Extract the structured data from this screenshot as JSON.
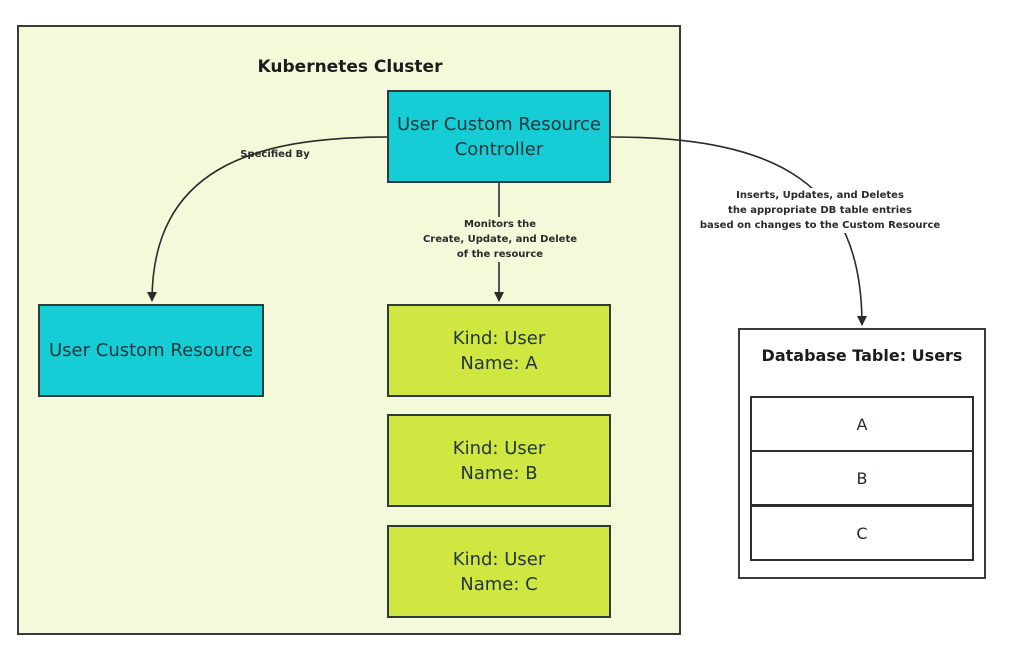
{
  "cluster": {
    "title": "Kubernetes Cluster"
  },
  "controller": {
    "line1": "User Custom Resource",
    "line2": "Controller"
  },
  "user_custom_resource": {
    "label": "User Custom Resource"
  },
  "resources": [
    {
      "kind": "Kind: User",
      "name": "Name: A"
    },
    {
      "kind": "Kind: User",
      "name": "Name: B"
    },
    {
      "kind": "Kind: User",
      "name": "Name: C"
    }
  ],
  "edges": {
    "specified_by": "Specified By",
    "monitors": [
      "Monitors the",
      "Create, Update, and Delete",
      "of the resource"
    ],
    "inserts": [
      "Inserts, Updates, and Deletes",
      "the appropriate DB table entries",
      "based on changes to the Custom Resource"
    ]
  },
  "database": {
    "title": "Database Table: Users",
    "rows": [
      "A",
      "B",
      "C"
    ]
  },
  "colors": {
    "cluster_fill": "#f4f9da",
    "cyan": "#16cdd6",
    "lime": "#d0e741",
    "stroke": "#2f3a3c"
  }
}
